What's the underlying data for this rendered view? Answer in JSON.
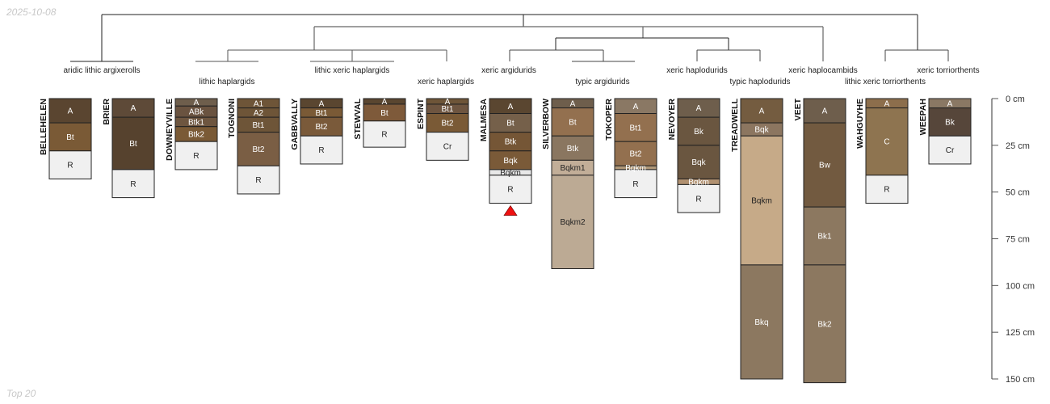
{
  "watermark_top": "2025-10-08",
  "watermark_bottom": "Top 20",
  "taxa": [
    "aridic lithic argixerolls",
    "lithic haplargids",
    "lithic xeric haplargids",
    "xeric haplargids",
    "xeric argidurids",
    "typic argidurids",
    "xeric haplodurids",
    "typic haplodurids",
    "xeric haplocambids",
    "lithic xeric torriorthents",
    "xeric torriorthents"
  ],
  "depth_axis": {
    "unit": "cm",
    "ticks": [
      "0 cm",
      "25 cm",
      "50 cm",
      "75 cm",
      "100 cm",
      "125 cm",
      "150 cm"
    ],
    "max": 150
  },
  "marker": {
    "profile": "MALMESA",
    "color": "#ee1111"
  },
  "profiles": [
    {
      "name": "BELLEHELEN",
      "horizons": [
        [
          "A",
          0,
          13,
          "#5a4530"
        ],
        [
          "Bt",
          13,
          28,
          "#7a5a36"
        ],
        [
          "R",
          28,
          43,
          "#f0f0f0"
        ]
      ]
    },
    {
      "name": "BRIER",
      "horizons": [
        [
          "A",
          0,
          10,
          "#5e4a38"
        ],
        [
          "Bt",
          10,
          38,
          "#56422e"
        ],
        [
          "R",
          38,
          53,
          "#f0f0f0"
        ]
      ]
    },
    {
      "name": "DOWNEYVILLE",
      "horizons": [
        [
          "A",
          0,
          4,
          "#6e5e4c"
        ],
        [
          "ABk",
          4,
          10,
          "#6a5340"
        ],
        [
          "Btk1",
          10,
          15,
          "#6e5640"
        ],
        [
          "Btk2",
          15,
          23,
          "#7a5a36"
        ],
        [
          "R",
          23,
          38,
          "#f0f0f0"
        ]
      ]
    },
    {
      "name": "TOGNONI",
      "horizons": [
        [
          "A1",
          0,
          5,
          "#6e5538"
        ],
        [
          "A2",
          5,
          10,
          "#6e5538"
        ],
        [
          "Bt1",
          10,
          18,
          "#6e5538"
        ],
        [
          "Bt2",
          18,
          36,
          "#7a5e44"
        ],
        [
          "R",
          36,
          51,
          "#f0f0f0"
        ]
      ]
    },
    {
      "name": "GABBVALLY",
      "horizons": [
        [
          "A",
          0,
          5,
          "#5a4630"
        ],
        [
          "Bt1",
          5,
          10,
          "#7a5a36"
        ],
        [
          "Bt2",
          10,
          20,
          "#7a5a3a"
        ],
        [
          "R",
          20,
          35,
          "#f0f0f0"
        ]
      ]
    },
    {
      "name": "STEWVAL",
      "horizons": [
        [
          "A",
          0,
          3,
          "#5a4630"
        ],
        [
          "Bt",
          3,
          12,
          "#7e5a3a"
        ],
        [
          "R",
          12,
          26,
          "#f0f0f0"
        ]
      ]
    },
    {
      "name": "ESPINT",
      "horizons": [
        [
          "A",
          0,
          3,
          "#6e5538"
        ],
        [
          "Bt1",
          3,
          8,
          "#6e5540"
        ],
        [
          "Bt2",
          8,
          18,
          "#7a5a36"
        ],
        [
          "Cr",
          18,
          33,
          "#f0f0f0"
        ]
      ]
    },
    {
      "name": "MALMESA",
      "horizons": [
        [
          "A",
          0,
          8,
          "#5a4630"
        ],
        [
          "Bt",
          8,
          18,
          "#75604a"
        ],
        [
          "Btk",
          18,
          28,
          "#755636"
        ],
        [
          "Bqk",
          28,
          38,
          "#7a5a38"
        ],
        [
          "Bqkm",
          38,
          41,
          "#e8e8e8"
        ],
        [
          "R",
          41,
          56,
          "#f0f0f0"
        ]
      ]
    },
    {
      "name": "SILVERBOW",
      "horizons": [
        [
          "A",
          0,
          5,
          "#6e5e4c"
        ],
        [
          "Bt",
          5,
          20,
          "#93704f"
        ],
        [
          "Btk",
          20,
          33,
          "#8a7660"
        ],
        [
          "Bqkm1",
          33,
          41,
          "#c2ae98"
        ],
        [
          "Bqkm2",
          41,
          91,
          "#bcaa94"
        ]
      ]
    },
    {
      "name": "TOKOPER",
      "horizons": [
        [
          "A",
          0,
          8,
          "#8a7864"
        ],
        [
          "Bt1",
          8,
          23,
          "#93704f"
        ],
        [
          "Bt2",
          23,
          36,
          "#93704f"
        ],
        [
          "Bqkm",
          36,
          38,
          "#b09878"
        ],
        [
          "R",
          38,
          53,
          "#f0f0f0"
        ]
      ]
    },
    {
      "name": "NEVOYER",
      "horizons": [
        [
          "A",
          0,
          10,
          "#6e5e4c"
        ],
        [
          "Bk",
          10,
          25,
          "#6a5640"
        ],
        [
          "Bqk",
          25,
          43,
          "#6a5640"
        ],
        [
          "Bqkm",
          43,
          46,
          "#b09070"
        ],
        [
          "R",
          46,
          61,
          "#f0f0f0"
        ]
      ]
    },
    {
      "name": "TREADWELL",
      "horizons": [
        [
          "A",
          0,
          13,
          "#745c40"
        ],
        [
          "Bqk",
          13,
          20,
          "#8c7660"
        ],
        [
          "Bqkm",
          20,
          89,
          "#c6aa88"
        ],
        [
          "Bkq",
          89,
          150,
          "#8c7860"
        ]
      ]
    },
    {
      "name": "VEET",
      "horizons": [
        [
          "A",
          0,
          13,
          "#6e5e4c"
        ],
        [
          "Bw",
          13,
          58,
          "#725a40"
        ],
        [
          "Bk1",
          58,
          89,
          "#8c7860"
        ],
        [
          "Bk2",
          89,
          152,
          "#8c7860"
        ]
      ]
    },
    {
      "name": "WAHGUYHE",
      "horizons": [
        [
          "A",
          0,
          5,
          "#8c6e4c"
        ],
        [
          "C",
          5,
          41,
          "#8e7450"
        ],
        [
          "R",
          41,
          56,
          "#f0f0f0"
        ]
      ]
    },
    {
      "name": "WEEPAH",
      "horizons": [
        [
          "A",
          0,
          5,
          "#8a7864"
        ],
        [
          "Bk",
          5,
          20,
          "#56463a"
        ],
        [
          "Cr",
          20,
          35,
          "#f0f0f0"
        ]
      ]
    }
  ]
}
